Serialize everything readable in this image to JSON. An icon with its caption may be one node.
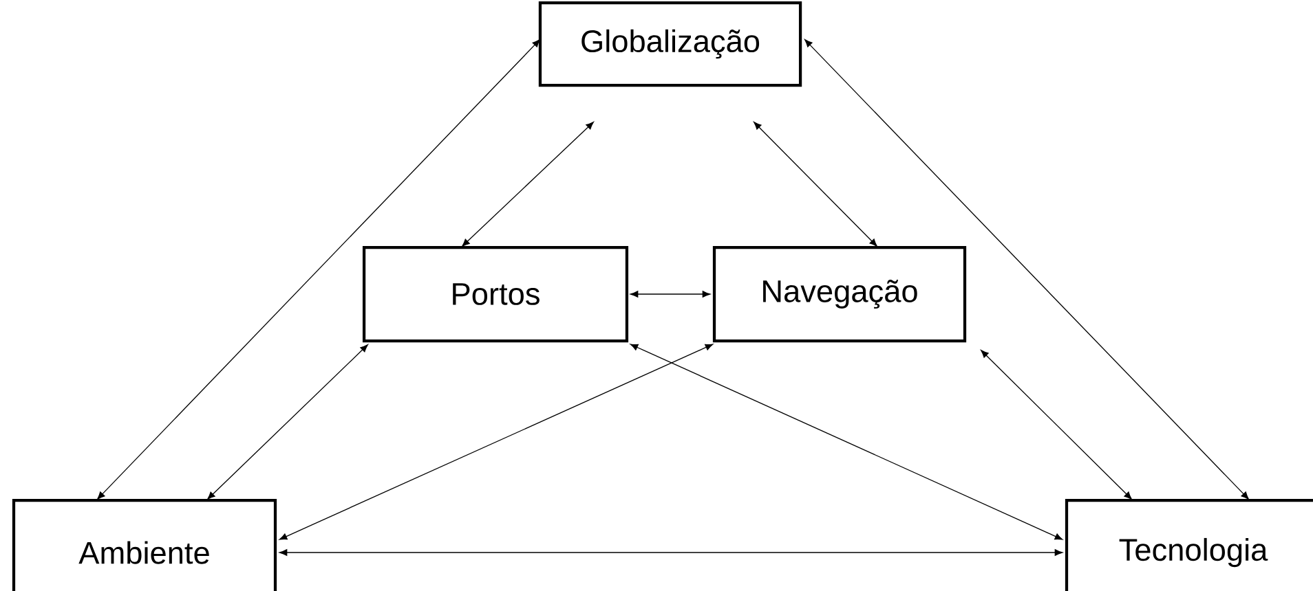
{
  "diagram": {
    "nodes": [
      {
        "text": [
          "Globalização"
        ]
      },
      {
        "text": [
          "Portos"
        ]
      },
      {
        "text": [
          "Navegação"
        ]
      },
      {
        "text": [
          "Ambiente"
        ]
      },
      {
        "text": [
          "Tecnologia"
        ]
      }
    ],
    "edges": [
      {
        "from": 3,
        "to": 0,
        "arrow": "both"
      },
      {
        "from": 3,
        "to": 1,
        "arrow": "both"
      },
      {
        "from": 1,
        "to": 0,
        "arrow": "both"
      },
      {
        "from": 0,
        "to": 2,
        "arrow": "both"
      },
      {
        "from": 1,
        "to": 2,
        "arrow": "both"
      },
      {
        "from": 3,
        "to": 2,
        "arrow": "both"
      },
      {
        "from": 1,
        "to": 4,
        "arrow": "both"
      },
      {
        "from": 2,
        "to": 4,
        "arrow": "both"
      },
      {
        "from": 0,
        "to": 4,
        "arrow": "both"
      },
      {
        "from": 3,
        "to": 4,
        "arrow": "both"
      }
    ]
  }
}
